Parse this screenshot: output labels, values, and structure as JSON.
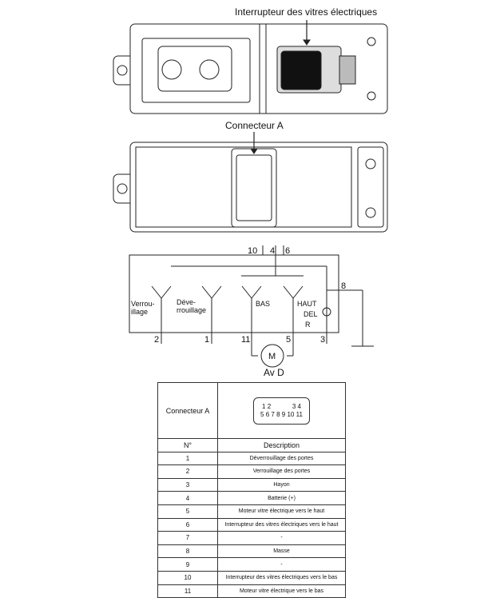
{
  "labels": {
    "switch": "Interrupteur des vitres électriques",
    "connector": "Connecteur A"
  },
  "circuit": {
    "pins_top": [
      "10",
      "4",
      "6"
    ],
    "pin_right": "8",
    "pins_bottom": [
      "2",
      "1",
      "11",
      "5",
      "3"
    ],
    "switches": [
      "Verrou-\nillage",
      "Déve-\nrrouillage",
      "BAS",
      "HAUT\nDEL\nR"
    ],
    "motor": "M",
    "motor_label": "Av D"
  },
  "table": {
    "connector_label": "Connecteur A",
    "pins_row1": [
      "1",
      "2",
      "3",
      "4"
    ],
    "pins_row2": [
      "5",
      "6",
      "7",
      "8",
      "9",
      "10",
      "11"
    ],
    "header": [
      "N°",
      "Description"
    ],
    "rows": [
      [
        "1",
        "Déverrouillage des portes"
      ],
      [
        "2",
        "Verrouillage des portes"
      ],
      [
        "3",
        "Hayon"
      ],
      [
        "4",
        "Batterie (+)"
      ],
      [
        "5",
        "Moteur vitre électrique vers le haut"
      ],
      [
        "6",
        "Interrupteur des vitres électriques vers le haut"
      ],
      [
        "7",
        "-"
      ],
      [
        "8",
        "Masse"
      ],
      [
        "9",
        "-"
      ],
      [
        "10",
        "Interrupteur des vitres électriques vers le bas"
      ],
      [
        "11",
        "Moteur vitre électrique vers le bas"
      ]
    ]
  }
}
